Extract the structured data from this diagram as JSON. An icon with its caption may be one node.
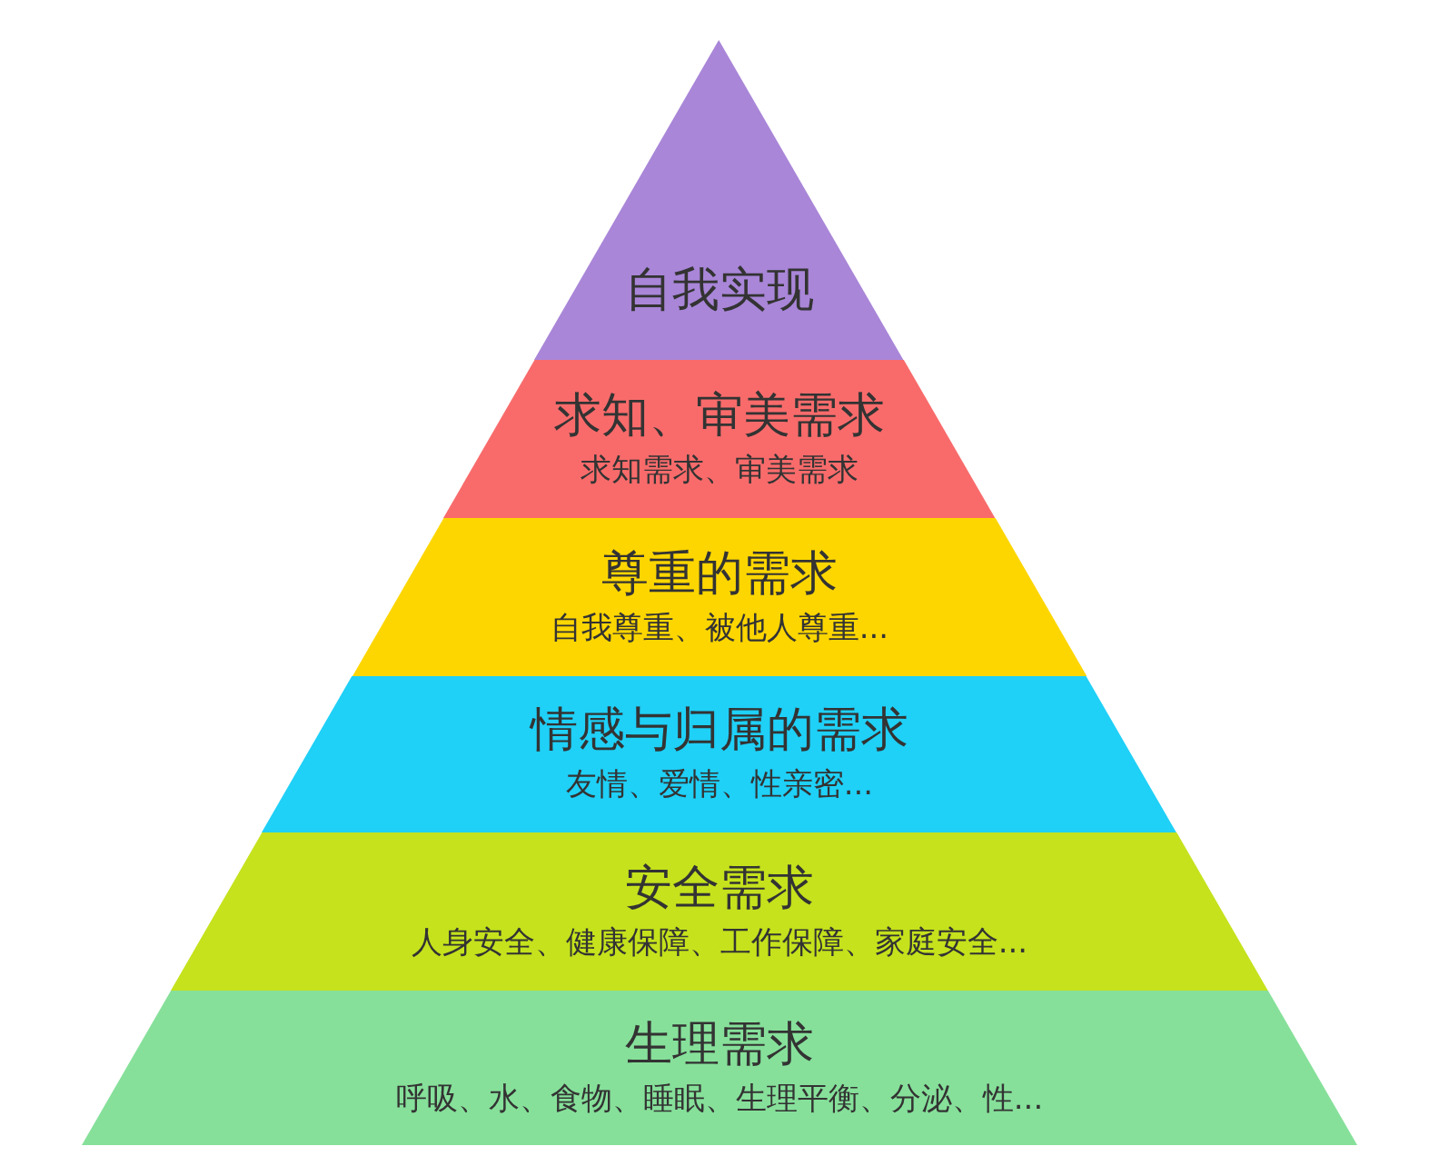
{
  "diagram": {
    "nodes": [
      {
        "text": [
          "自我实现"
        ]
      },
      {
        "text": [
          "求知、审美需求",
          "求知需求、审美需求"
        ]
      },
      {
        "text": [
          "尊重的需求",
          "自我尊重、被他人尊重..."
        ]
      },
      {
        "text": [
          "情感与归属的需求",
          "友情、爱情、性亲密..."
        ]
      },
      {
        "text": [
          "安全需求",
          "人身安全、健康保障、工作保障、家庭安全..."
        ]
      },
      {
        "text": [
          "生理需求",
          "呼吸、水、食物、睡眠、生理平衡、分泌、性..."
        ]
      }
    ]
  }
}
